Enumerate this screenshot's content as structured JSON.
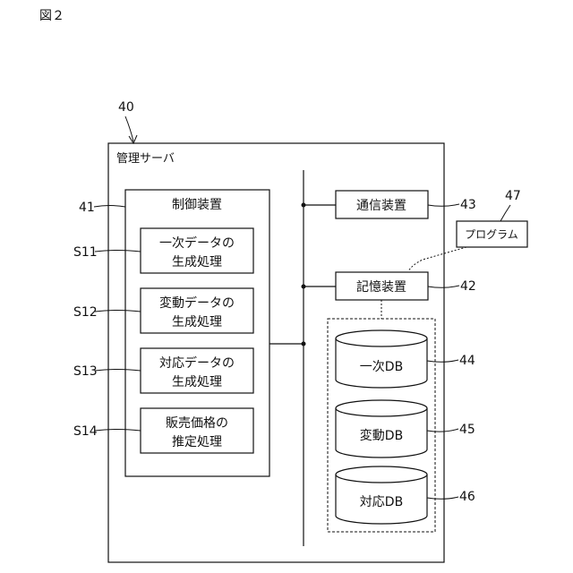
{
  "figure_label": "図２",
  "server": {
    "ref": "40",
    "title": "管理サーバ"
  },
  "control": {
    "ref": "41",
    "title": "制御装置",
    "steps": [
      {
        "ref": "S11",
        "line1": "一次データの",
        "line2": "生成処理"
      },
      {
        "ref": "S12",
        "line1": "変動データの",
        "line2": "生成処理"
      },
      {
        "ref": "S13",
        "line1": "対応データの",
        "line2": "生成処理"
      },
      {
        "ref": "S14",
        "line1": "販売価格の",
        "line2": "推定処理"
      }
    ]
  },
  "comm": {
    "ref": "43",
    "label": "通信装置"
  },
  "storage": {
    "ref": "42",
    "label": "記憶装置"
  },
  "program": {
    "ref": "47",
    "label": "プログラム"
  },
  "databases": [
    {
      "ref": "44",
      "label": "一次DB"
    },
    {
      "ref": "45",
      "label": "変動DB"
    },
    {
      "ref": "46",
      "label": "対応DB"
    }
  ]
}
